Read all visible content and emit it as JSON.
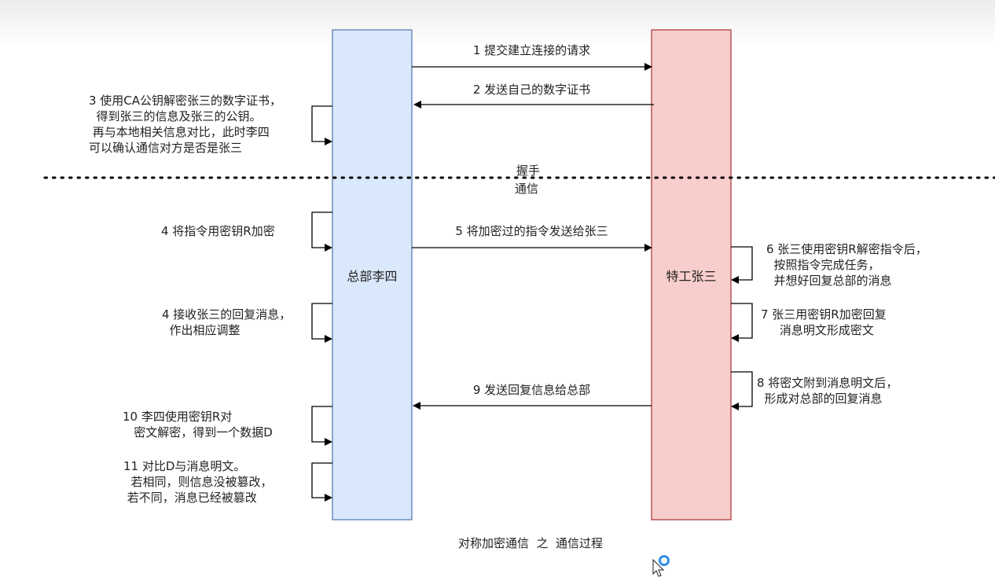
{
  "colors": {
    "left_fill": "#dae8fc",
    "left_stroke": "#6c8ebf",
    "right_fill": "#f8cecc",
    "right_stroke": "#b85450",
    "arrow": "#000000",
    "cursor_ring": "#2f8ee5"
  },
  "participants": {
    "left": "总部李四",
    "right": "特工张三"
  },
  "separator": {
    "above": "握手",
    "below": "通信"
  },
  "steps": {
    "s1": "1 提交建立连接的请求",
    "s2": "2 发送自己的数字证书",
    "s3": "3 使用CA公钥解密张三的数字证书，\n  得到张三的信息及张三的公钥。\n 再与本地相关信息对比，此时李四\n可以确认通信对方是否是张三",
    "s4a": "4 将指令用密钥R加密",
    "s5": "5 将加密过的指令发送给张三",
    "s6": "6 张三使用密钥R解密指令后，\n  按照指令完成任务，\n  并想好回复总部的消息",
    "s4b": "4 接收张三的回复消息，\n  作出相应调整",
    "s7": "7 张三用密钥R加密回复\n     消息明文形成密文",
    "s8": "8 将密文附到消息明文后，\n  形成对总部的回复消息",
    "s9": "9 发送回复信息给总部",
    "s10": "10 李四使用密钥R对\n   密文解密，得到一个数据D",
    "s11": "11 对比D与消息明文。\n  若相同，则信息没被篡改，\n 若不同，消息已经被篡改"
  },
  "caption": "对称加密通信  之  通信过程",
  "icons": {
    "cursor": "mouse-pointer-icon",
    "busy": "loading-ring-icon"
  }
}
